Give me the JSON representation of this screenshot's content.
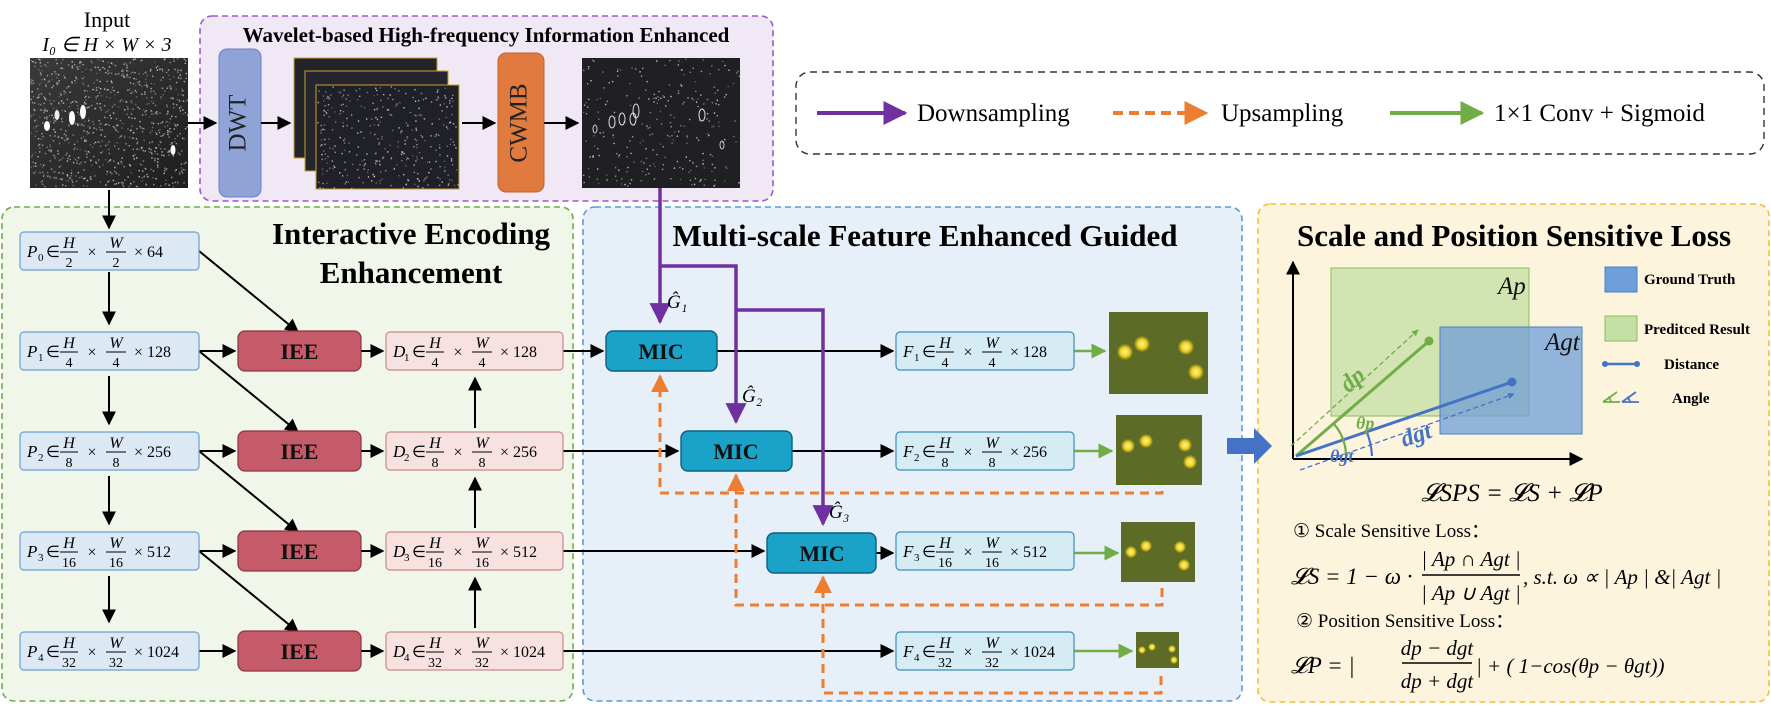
{
  "input": {
    "title": "Input",
    "formula": "I₀ ∈ H × W × 3"
  },
  "wavelet": {
    "title": "Wavelet-based High-frequency Information Enhanced",
    "dwt": "DWT",
    "cwmb": "CWMB"
  },
  "legend": {
    "down": "Downsampling",
    "up": "Upsampling",
    "conv": "1×1 Conv + Sigmoid"
  },
  "iee_section": {
    "title_line1": "Interactive Encoding",
    "title_line2": "Enhancement"
  },
  "mfe_section": {
    "title": "Multi-scale Feature Enhanced Guided"
  },
  "sps_section": {
    "title": "Scale and Position Sensitive Loss"
  },
  "features_p": [
    {
      "sym": "P",
      "sub": "0",
      "num": "H",
      "den": "2",
      "num2": "W",
      "den2": "2",
      "ch": "× 64"
    },
    {
      "sym": "P",
      "sub": "1",
      "num": "H",
      "den": "4",
      "num2": "W",
      "den2": "4",
      "ch": "× 128"
    },
    {
      "sym": "P",
      "sub": "2",
      "num": "H",
      "den": "8",
      "num2": "W",
      "den2": "8",
      "ch": "× 256"
    },
    {
      "sym": "P",
      "sub": "3",
      "num": "H",
      "den": "16",
      "num2": "W",
      "den2": "16",
      "ch": "× 512"
    },
    {
      "sym": "P",
      "sub": "4",
      "num": "H",
      "den": "32",
      "num2": "W",
      "den2": "32",
      "ch": "× 1024"
    }
  ],
  "features_d": [
    {
      "sym": "D",
      "sub": "1",
      "num": "H",
      "den": "4",
      "num2": "W",
      "den2": "4",
      "ch": "× 128"
    },
    {
      "sym": "D",
      "sub": "2",
      "num": "H",
      "den": "8",
      "num2": "W",
      "den2": "8",
      "ch": "× 256"
    },
    {
      "sym": "D",
      "sub": "3",
      "num": "H",
      "den": "16",
      "num2": "W",
      "den2": "16",
      "ch": "× 512"
    },
    {
      "sym": "D",
      "sub": "4",
      "num": "H",
      "den": "32",
      "num2": "W",
      "den2": "32",
      "ch": "× 1024"
    }
  ],
  "features_f": [
    {
      "sym": "F",
      "sub": "1",
      "num": "H",
      "den": "4",
      "num2": "W",
      "den2": "4",
      "ch": "× 128"
    },
    {
      "sym": "F",
      "sub": "2",
      "num": "H",
      "den": "8",
      "num2": "W",
      "den2": "8",
      "ch": "× 256"
    },
    {
      "sym": "F",
      "sub": "3",
      "num": "H",
      "den": "16",
      "num2": "W",
      "den2": "16",
      "ch": "× 512"
    },
    {
      "sym": "F",
      "sub": "4",
      "num": "H",
      "den": "32",
      "num2": "W",
      "den2": "32",
      "ch": "× 1024"
    }
  ],
  "iee_label": "IEE",
  "mic_label": "MIC",
  "g_labels": [
    "Ĝ₁",
    "Ĝ₂",
    "Ĝ₃"
  ],
  "loss_legend": {
    "gt": "Ground Truth",
    "pred": "Preditced Result",
    "dist": "Distance",
    "angle": "Angle"
  },
  "loss_plot": {
    "ap": "Ap",
    "agt": "Agt",
    "dp": "dp",
    "dgt": "dgt",
    "thp": "θp",
    "thgt": "θgt"
  },
  "loss_formulas": {
    "sps": "𝓛SPS = 𝓛S + 𝓛P",
    "scale_title": "① Scale Sensitive Loss：",
    "scale_lhs": "𝓛S = 1 −  ω ·",
    "scale_num": "| Ap ∩ Agt |",
    "scale_den": "| Ap ∪ Agt |",
    "scale_tail": ", s.t.  ω ∝ | Ap | &| Agt |",
    "pos_title": "② Position Sensitive Loss：",
    "pos_lhs": "𝓛P =  |",
    "pos_num": "dp − dgt",
    "pos_den": "dp + dgt",
    "pos_tail": "| + ( 1−cos(θp − θgt))"
  },
  "colors": {
    "purple": "#7030a0",
    "orange": "#ed7d31",
    "green": "#70ad47",
    "iee": "#c55a68",
    "mic": "#1ba2c8",
    "blue_box": "#dce9f5",
    "pink_box": "#f7e1e1",
    "f_box": "#d6ecf5"
  }
}
